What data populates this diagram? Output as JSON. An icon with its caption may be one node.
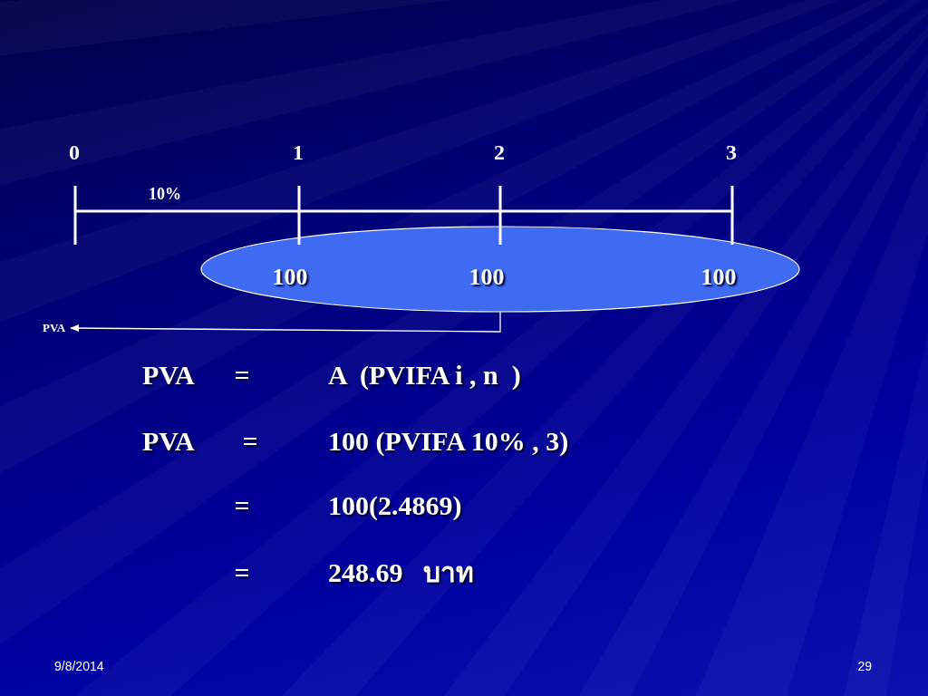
{
  "diagram": {
    "nodes": [
      {
        "text": [
          "100",
          "100",
          "100"
        ]
      },
      {
        "text": [
          "PVA"
        ]
      }
    ],
    "edges": [
      {
        "from": 0,
        "to": 1,
        "arrow": "to"
      }
    ],
    "labels": [
      "0",
      "1",
      "2",
      "3",
      "10%",
      "PVA",
      "=",
      "A  (PVIFA i , n  )",
      "PVA",
      "=",
      "100 (PVIFA 10% , 3)",
      "=",
      "100(2.4869)",
      "=",
      "248.69   บาท",
      "9/8/2014",
      "29"
    ]
  }
}
